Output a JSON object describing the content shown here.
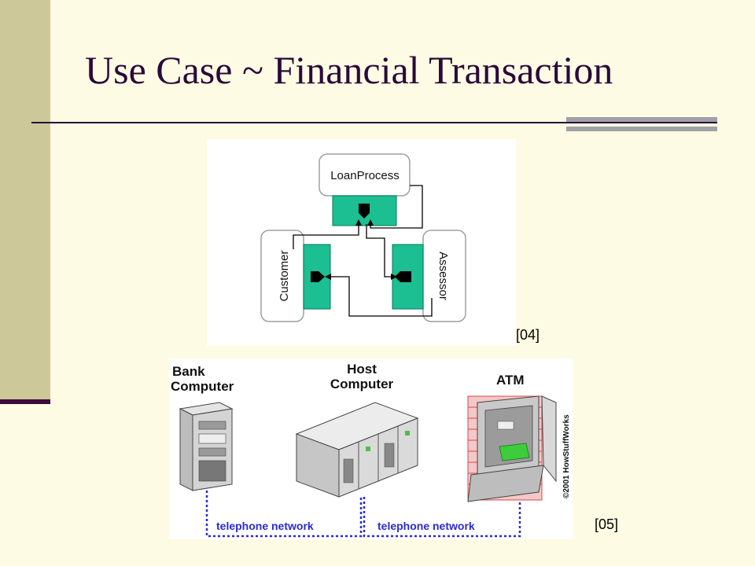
{
  "slide": {
    "title": "Use Case ~ Financial Transaction"
  },
  "figure_top": {
    "nodes": {
      "loan_process": "LoanProcess",
      "customer": "Customer",
      "assessor": "Assessor"
    },
    "reference": "[04]",
    "colors": {
      "activity": "#1bbf92",
      "box": "#a0a0a0"
    }
  },
  "figure_bottom": {
    "labels": {
      "bank_line1": "Bank",
      "bank_line2": "Computer",
      "host_line1": "Host",
      "host_line2": "Computer",
      "atm": "ATM",
      "network_left": "telephone network",
      "network_right": "telephone network",
      "copyright": "©2001 HowStuffWorks"
    },
    "reference": "[05]",
    "colors": {
      "network": "#2a2ad8",
      "screen": "#3ccc3c",
      "brick": "#e06060"
    }
  }
}
